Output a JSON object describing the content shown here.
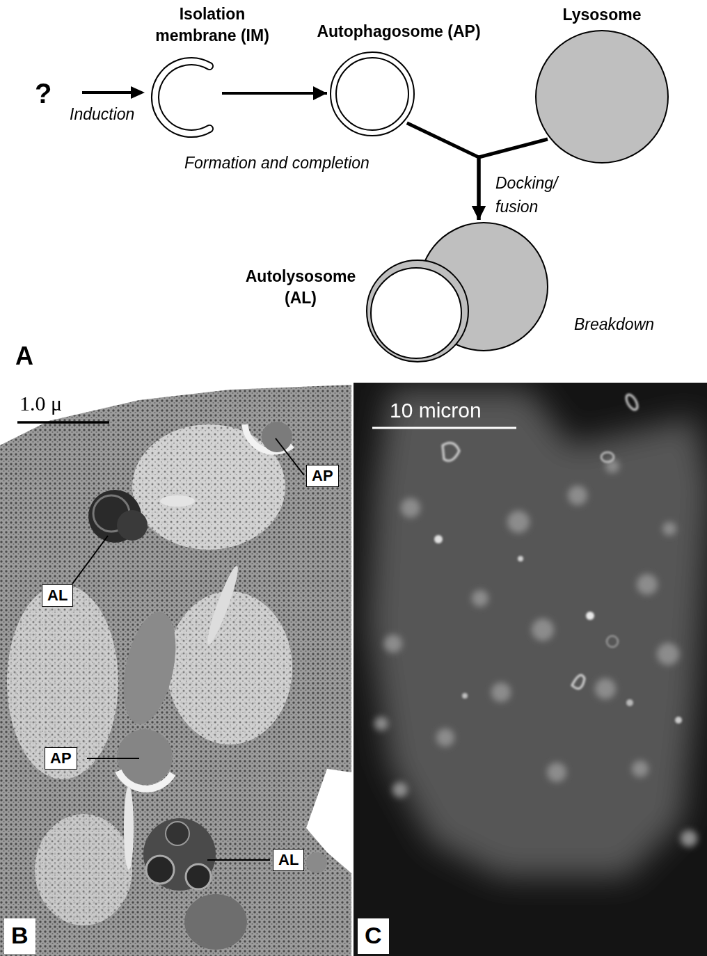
{
  "diagram": {
    "nodes": [
      {
        "text": [
          "Isolation membrane (IM)"
        ]
      },
      {
        "text": [
          "Autophagosome (AP)"
        ]
      },
      {
        "text": [
          "Lysosome"
        ]
      },
      {
        "text": [
          "Autolysosome (AL)"
        ]
      }
    ],
    "edges": [
      {
        "from": 0,
        "to": 1,
        "arrow": "to"
      },
      {
        "from": 1,
        "to": 3,
        "arrow": "to"
      },
      {
        "from": 2,
        "to": 3,
        "arrow": "to"
      }
    ],
    "labels": [
      "?",
      "Induction",
      "Formation and completion",
      "Docking/ fusion",
      "Breakdown",
      "A",
      "1.0 μ",
      "AP",
      "AL",
      "AP",
      "AL",
      "B",
      "10 micron",
      "C"
    ]
  }
}
